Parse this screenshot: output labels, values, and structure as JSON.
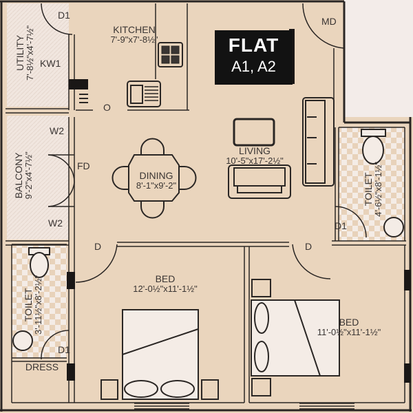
{
  "title": {
    "line1": "FLAT",
    "line2": "A1, A2"
  },
  "colors": {
    "floor": "#ead5bd",
    "wet_area_light": "#f4ece6",
    "wet_area_tile": "#e8d2ba",
    "wall": "#2a2624",
    "outside": "#f3ece9",
    "badge_bg": "#121212",
    "badge_text": "#ffffff"
  },
  "rooms": {
    "kitchen": {
      "name": "KITCHEN",
      "dims": "7'-9\"x7'-8½\""
    },
    "utility": {
      "name": "UTILITY",
      "dims": "7'-8½\"x4'-7½\""
    },
    "balcony": {
      "name": "BALCONY",
      "dims": "9'-2\"x4'-7½\""
    },
    "dining": {
      "name": "DINING",
      "dims": "8'-1\"x9'-2\""
    },
    "living": {
      "name": "LIVING",
      "dims": "10'-5\"x17'-2½\""
    },
    "toilet_right": {
      "name": "TOILET",
      "dims": "4'-6½\"x8'-1½\""
    },
    "toilet_left": {
      "name": "TOILET",
      "dims": "3'-11½\"x8'-2½\""
    },
    "dress": {
      "name": "DRESS"
    },
    "bed1": {
      "name": "BED",
      "dims": "12'-0½\"x11'-1½\""
    },
    "bed2": {
      "name": "BED",
      "dims": "11'-0½\"x11'-1½\""
    }
  },
  "openings": {
    "d1_utility": "D1",
    "kw1": "KW1",
    "kitchen_o": "O",
    "w2_top": "W2",
    "w2_bottom": "W2",
    "fd": "FD",
    "md": "MD",
    "d1_toilet_right": "D1",
    "d_bed1": "D",
    "d_bed2": "D",
    "d1_toilet_left": "D1"
  }
}
